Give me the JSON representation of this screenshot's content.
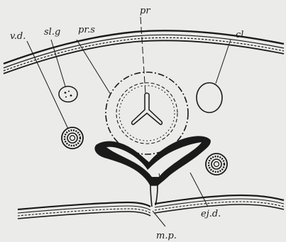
{
  "labels": {
    "vd": "v.d.",
    "slg": "sl.g",
    "prs": "pr.s",
    "pr": "pr",
    "cl": "cl",
    "mp": "m.p.",
    "ejd": "ej.d."
  }
}
